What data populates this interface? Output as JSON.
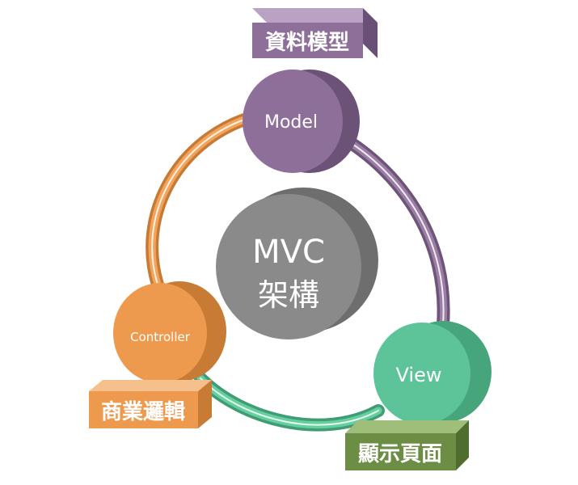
{
  "center": {
    "line1": "MVC",
    "line2": "架構"
  },
  "model": {
    "node_label": "Model",
    "tag_label": "資料模型"
  },
  "view": {
    "node_label": "View",
    "tag_label": "顯示頁面"
  },
  "controller": {
    "node_label": "Controller",
    "tag_label": "商業邏輯"
  },
  "colors": {
    "model": "#8E6F99",
    "view": "#5CC498",
    "controller": "#EE9A4E",
    "center": "#8A8A8A",
    "tag_text": "#ffffff"
  }
}
